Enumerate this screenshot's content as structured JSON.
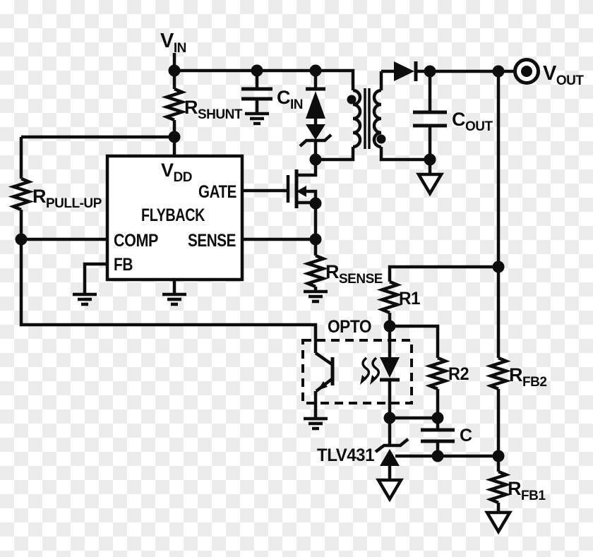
{
  "figure": {
    "type": "circuit-schematic",
    "description": "Isolated flyback converter with optocoupler feedback and TLV431 shunt regulator"
  },
  "colors": {
    "ink": "#0d0d0d",
    "checker_light": "#ececec",
    "checker_white": "#ffffff"
  },
  "labels": {
    "vin": {
      "main": "V",
      "sub": "IN"
    },
    "vout": {
      "main": "V",
      "sub": "OUT"
    },
    "rshunt": {
      "main": "R",
      "sub": "SHUNT"
    },
    "rpullup": {
      "main": "R",
      "sub": "PULL-UP"
    },
    "rsense": {
      "main": "R",
      "sub": "SENSE"
    },
    "rfb2": {
      "main": "R",
      "sub": "FB2"
    },
    "rfb1": {
      "main": "R",
      "sub": "FB1"
    },
    "cin": {
      "main": "C",
      "sub": "IN"
    },
    "cout": {
      "main": "C",
      "sub": "OUT"
    },
    "r1": "R1",
    "r2": "R2",
    "c": "C",
    "opto": "OPTO",
    "tlv431": "TLV431",
    "ic": {
      "name": "FLYBACK",
      "pin_vdd": {
        "main": "V",
        "sub": "DD"
      },
      "pin_gate": "GATE",
      "pin_comp": "COMP",
      "pin_sense": "SENSE",
      "pin_fb": "FB"
    }
  }
}
